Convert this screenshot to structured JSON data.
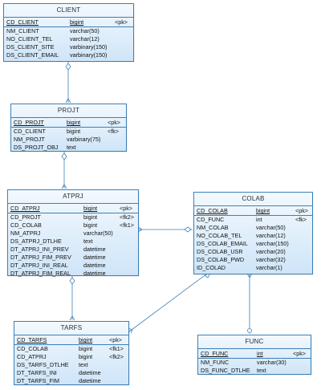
{
  "entities": {
    "client": {
      "title": "CLIENT",
      "attrs": [
        {
          "name": "CD_CLIENT",
          "type": "bigint",
          "key": "<pk>"
        },
        {
          "name": "NM_CLIENT",
          "type": "varchar(50)",
          "key": ""
        },
        {
          "name": "NO_CLIENT_TEL",
          "type": "varchar(12)",
          "key": ""
        },
        {
          "name": "DS_CLIENT_SITE",
          "type": "varbinary(150)",
          "key": ""
        },
        {
          "name": "DS_CLIENT_EMAIL",
          "type": "varbinary(150)",
          "key": ""
        }
      ]
    },
    "projt": {
      "title": "PROJT",
      "attrs": [
        {
          "name": "CD_PROJT",
          "type": "bigint",
          "key": "<pk>"
        },
        {
          "name": "CD_CLIENT",
          "type": "bigint",
          "key": "<fk>"
        },
        {
          "name": "NM_PROJT",
          "type": "varbinary(75)",
          "key": ""
        },
        {
          "name": "DS_PROJT_OBJ",
          "type": "text",
          "key": ""
        }
      ]
    },
    "atprj": {
      "title": "ATPRJ",
      "attrs": [
        {
          "name": "CD_ATPRJ",
          "type": "bigint",
          "key": "<pk>"
        },
        {
          "name": "CD_PROJT",
          "type": "bigint",
          "key": "<fk2>"
        },
        {
          "name": "CD_COLAB",
          "type": "bigint",
          "key": "<fk1>"
        },
        {
          "name": "NM_ATPRJ",
          "type": "varchar(50)",
          "key": ""
        },
        {
          "name": "DS_ATPRJ_DTLHE",
          "type": "text",
          "key": ""
        },
        {
          "name": "DT_ATPRJ_INI_PREV",
          "type": "datetime",
          "key": ""
        },
        {
          "name": "DT_ATPRJ_FIM_PREV",
          "type": "datetime",
          "key": ""
        },
        {
          "name": "DT_ATPRJ_INI_REAL",
          "type": "datetime",
          "key": ""
        },
        {
          "name": "DT_ATPRJ_FIM_REAL",
          "type": "datetime",
          "key": ""
        }
      ]
    },
    "colab": {
      "title": "COLAB",
      "attrs": [
        {
          "name": "CD_COLAB",
          "type": "bigint",
          "key": "<pk>"
        },
        {
          "name": "CD_FUNC",
          "type": "int",
          "key": "<fk>"
        },
        {
          "name": "NM_COLAB",
          "type": "varchar(50)",
          "key": ""
        },
        {
          "name": "NO_COLAB_TEL",
          "type": "varchar(12)",
          "key": ""
        },
        {
          "name": "DS_COLAB_EMAIL",
          "type": "varchar(150)",
          "key": ""
        },
        {
          "name": "DS_COLAB_USR",
          "type": "varchar(20)",
          "key": ""
        },
        {
          "name": "DS_COLAB_PWD",
          "type": "varchar(32)",
          "key": ""
        },
        {
          "name": "ID_COLAD",
          "type": "varchar(1)",
          "key": ""
        }
      ]
    },
    "tarfs": {
      "title": "TARFS",
      "attrs": [
        {
          "name": "CD_TARFS",
          "type": "bigint",
          "key": "<pk>"
        },
        {
          "name": "CD_COLAB",
          "type": "bigint",
          "key": "<fk1>"
        },
        {
          "name": "CD_ATPRJ",
          "type": "bigint",
          "key": "<fk2>"
        },
        {
          "name": "DS_TARFS_DTLHE",
          "type": "text",
          "key": ""
        },
        {
          "name": "DT_TARFS_INI",
          "type": "datetime",
          "key": ""
        },
        {
          "name": "DT_TARFS_FIM",
          "type": "datetime",
          "key": ""
        }
      ]
    },
    "func": {
      "title": "FUNC",
      "attrs": [
        {
          "name": "CD_FUNC",
          "type": "int",
          "key": "<pk>"
        },
        {
          "name": "NM_FUNC",
          "type": "varchar(30)",
          "key": ""
        },
        {
          "name": "DS_FUNC_DTLHE",
          "type": "text",
          "key": ""
        }
      ]
    }
  },
  "colors": {
    "border": "#3d80b6",
    "fill_top": "#f3f9fe",
    "fill_bottom": "#cfe5f8",
    "connector": "#3d80b6"
  }
}
